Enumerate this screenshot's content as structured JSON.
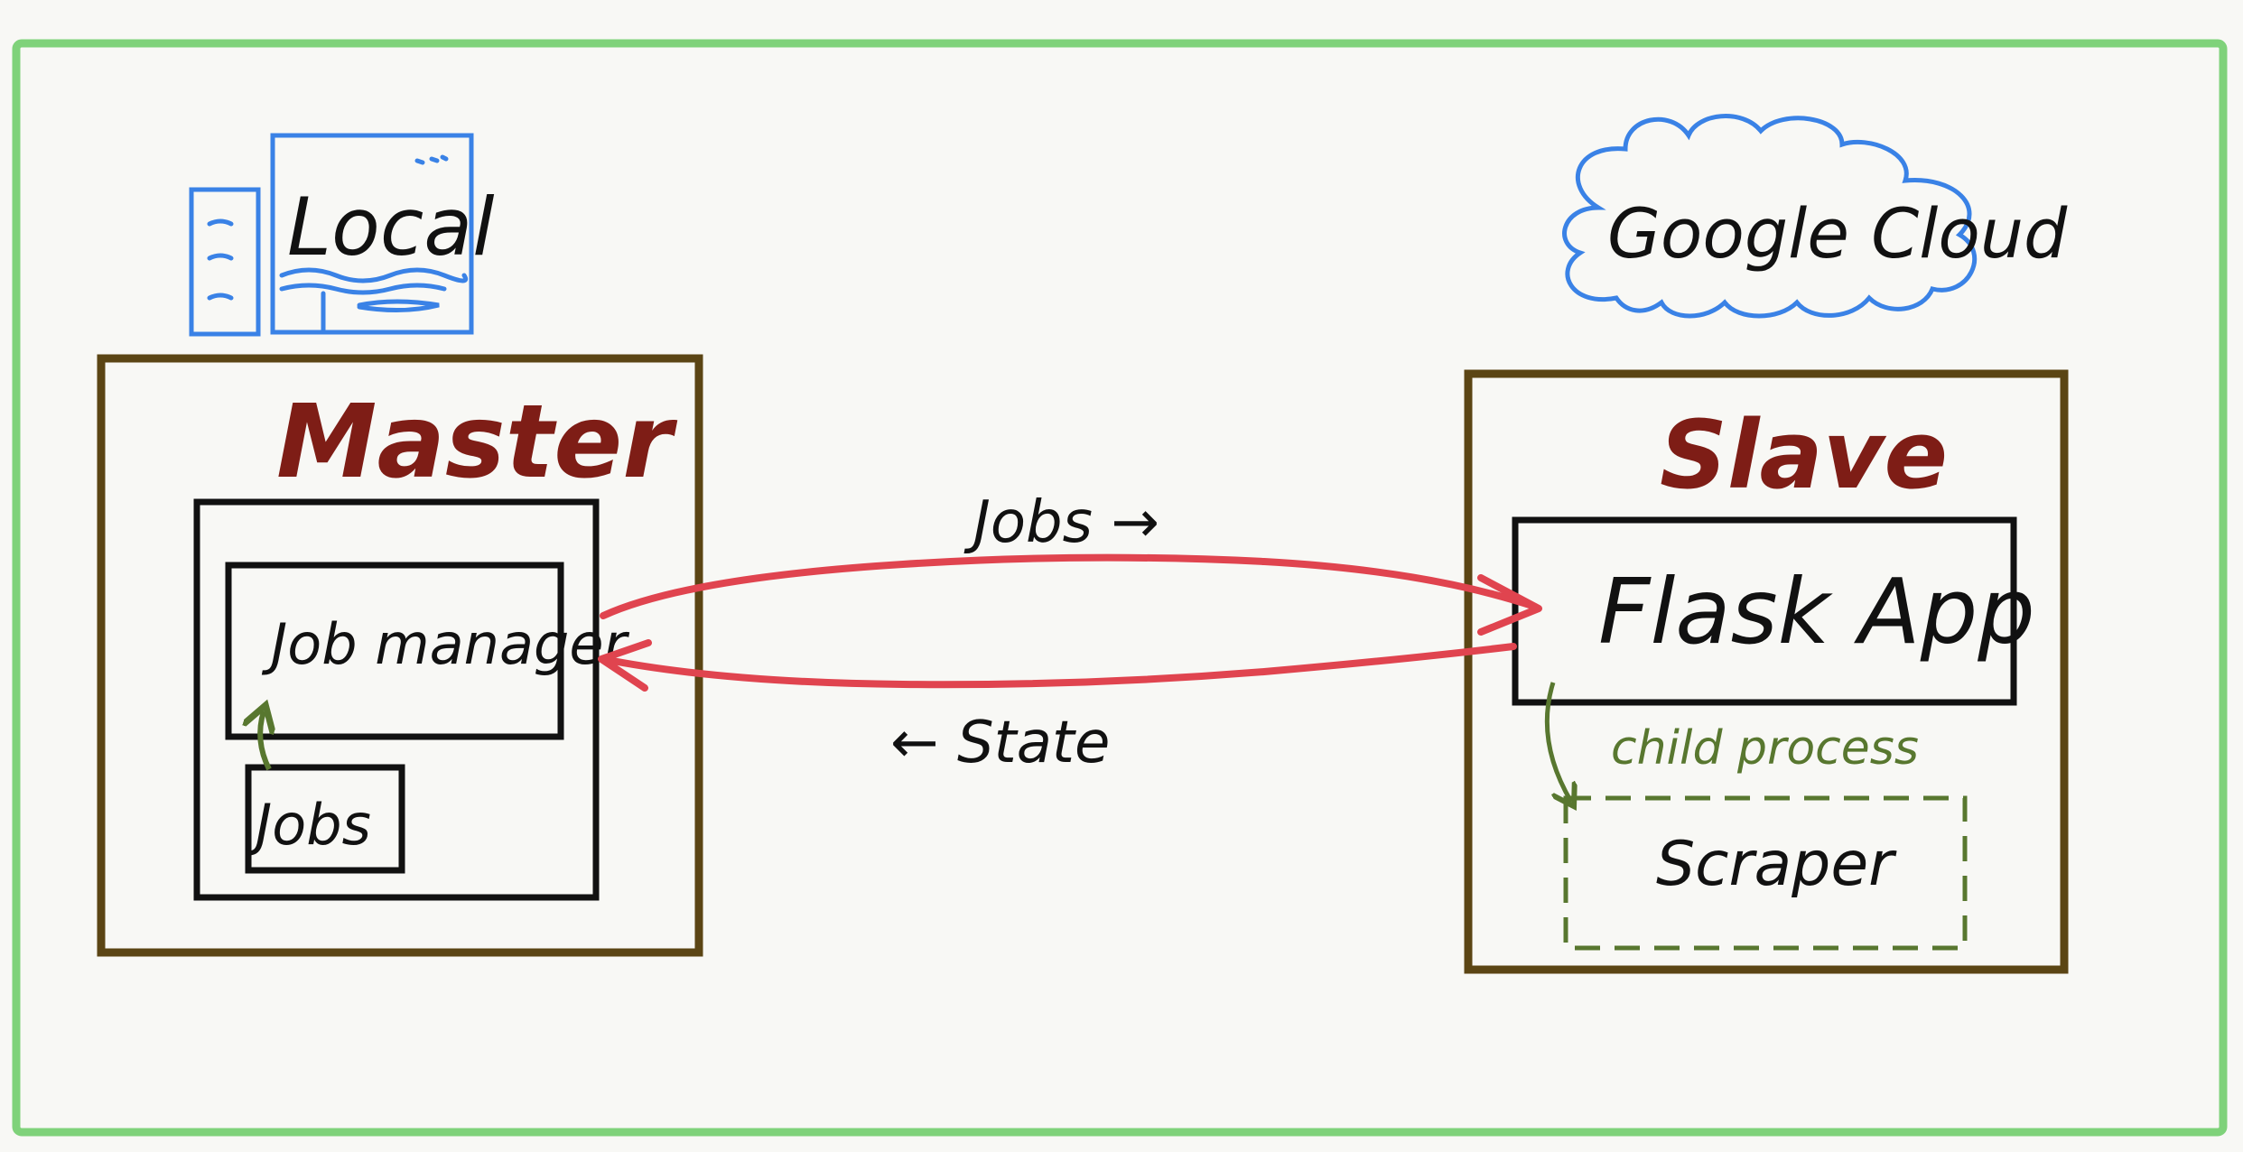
{
  "nodes": {
    "local": {
      "label": "Local"
    },
    "cloud": {
      "label": "Google Cloud"
    },
    "master": {
      "label": "Master"
    },
    "job_manager": {
      "label": "Job manager"
    },
    "jobs_box": {
      "label": "Jobs"
    },
    "slave": {
      "label": "Slave"
    },
    "flask_app": {
      "label": "Flask App"
    },
    "scraper": {
      "label": "Scraper"
    }
  },
  "edges": {
    "jobs_arrow": {
      "label": "Jobs →"
    },
    "state_arrow": {
      "label": "← State"
    },
    "child_process": {
      "label": "child process"
    }
  },
  "colors": {
    "frame": "#7fd27a",
    "container": "#5b4514",
    "title": "#7e1d16",
    "ink": "#111111",
    "icon": "#3a82e6",
    "arrow": "#e0444f",
    "child": "#58772f"
  }
}
